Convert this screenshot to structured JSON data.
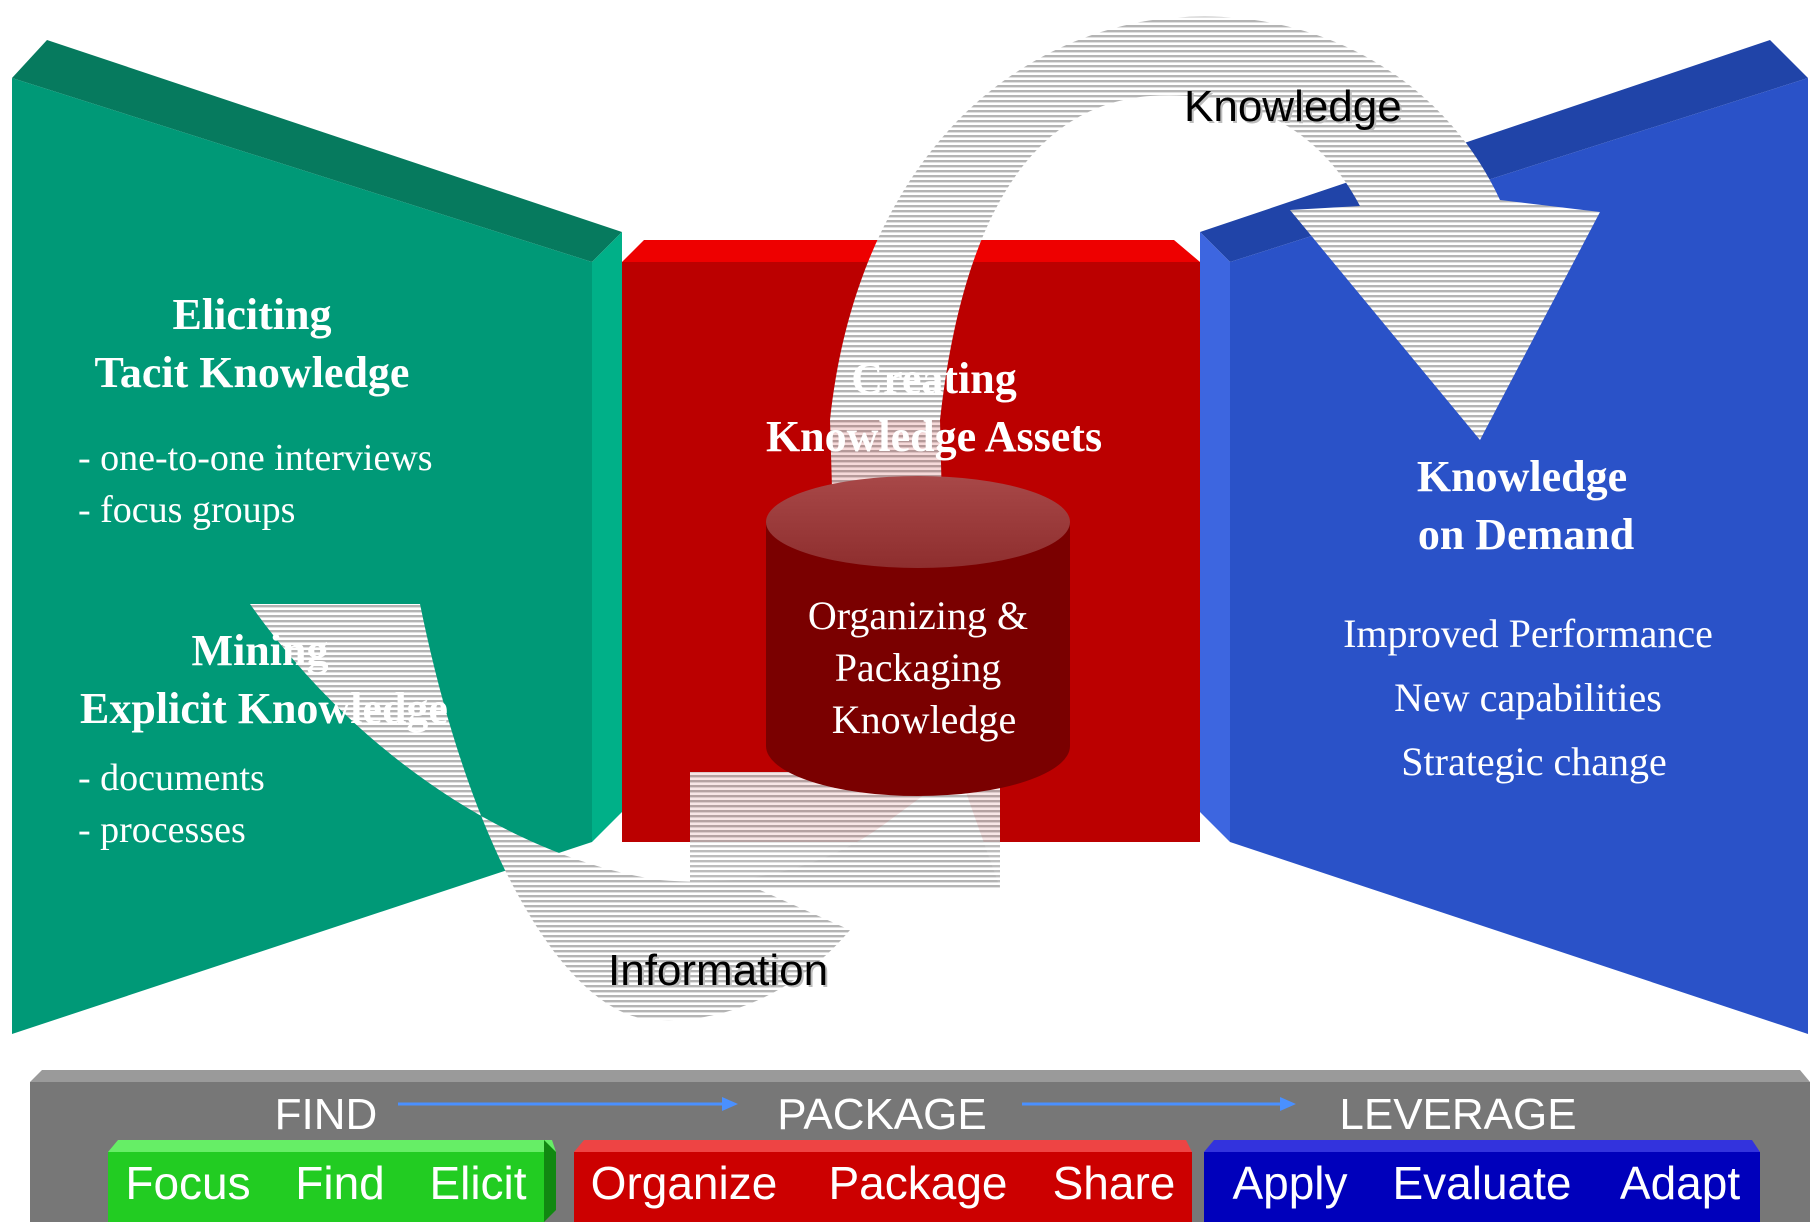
{
  "left_panel": {
    "heading1": [
      "Eliciting",
      "Tacit Knowledge"
    ],
    "bullets1": [
      "-  one-to-one interviews",
      "-  focus groups"
    ],
    "heading2": [
      "Mining",
      "Explicit Knowledge"
    ],
    "bullets2": [
      "-  documents",
      "-  processes"
    ]
  },
  "center_panel": {
    "heading": [
      "Creating",
      "Knowledge Assets"
    ],
    "cylinder_text": [
      "Organizing &",
      "Packaging",
      "Knowledge"
    ]
  },
  "right_panel": {
    "heading": [
      "Knowledge",
      "on Demand"
    ],
    "items": [
      "Improved Performance",
      "New capabilities",
      "Strategic change"
    ]
  },
  "arrows": {
    "top_label": "Knowledge",
    "bottom_label": "Information"
  },
  "bottom_bar": {
    "stages": [
      "FIND",
      "PACKAGE",
      "LEVERAGE"
    ],
    "find_steps": [
      "Focus",
      "Find",
      "Elicit"
    ],
    "package_steps": [
      "Organize",
      "Package",
      "Share"
    ],
    "leverage_steps": [
      "Apply",
      "Evaluate",
      "Adapt"
    ]
  },
  "colors": {
    "green_panel": "#009977",
    "red_panel": "#bb0000",
    "blue_panel": "#2a52c8",
    "bar_gray": "#777777",
    "find_green": "#22cc22",
    "package_red": "#cc0000",
    "leverage_blue": "#0000bb"
  }
}
